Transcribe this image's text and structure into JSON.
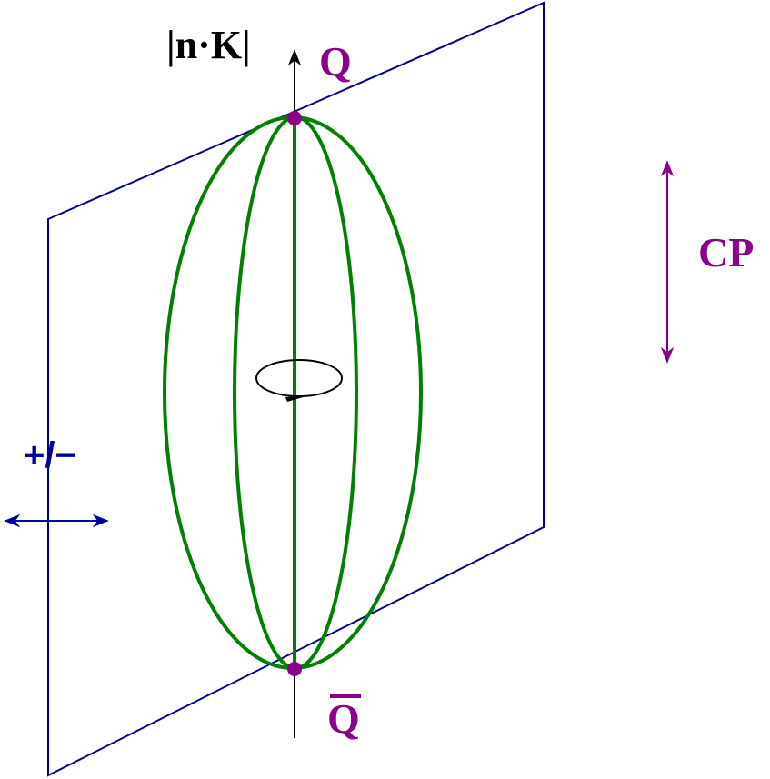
{
  "labels": {
    "axis": "|n·K|",
    "quark": "Q",
    "antiquark": "Q",
    "cp": "CP",
    "plus_minus": "+/−"
  },
  "colors": {
    "plane": "#00008b",
    "ellipses": "#008000",
    "axis": "#000000",
    "quarks": "#8b008b",
    "cp_arrow": "#8b008b",
    "pm_arrow": "#0000a0"
  },
  "icons": {
    "rotation": "circular-arrow-icon",
    "cp": "double-headed-vertical-arrow-icon",
    "plus_minus": "double-headed-horizontal-arrow-icon"
  }
}
